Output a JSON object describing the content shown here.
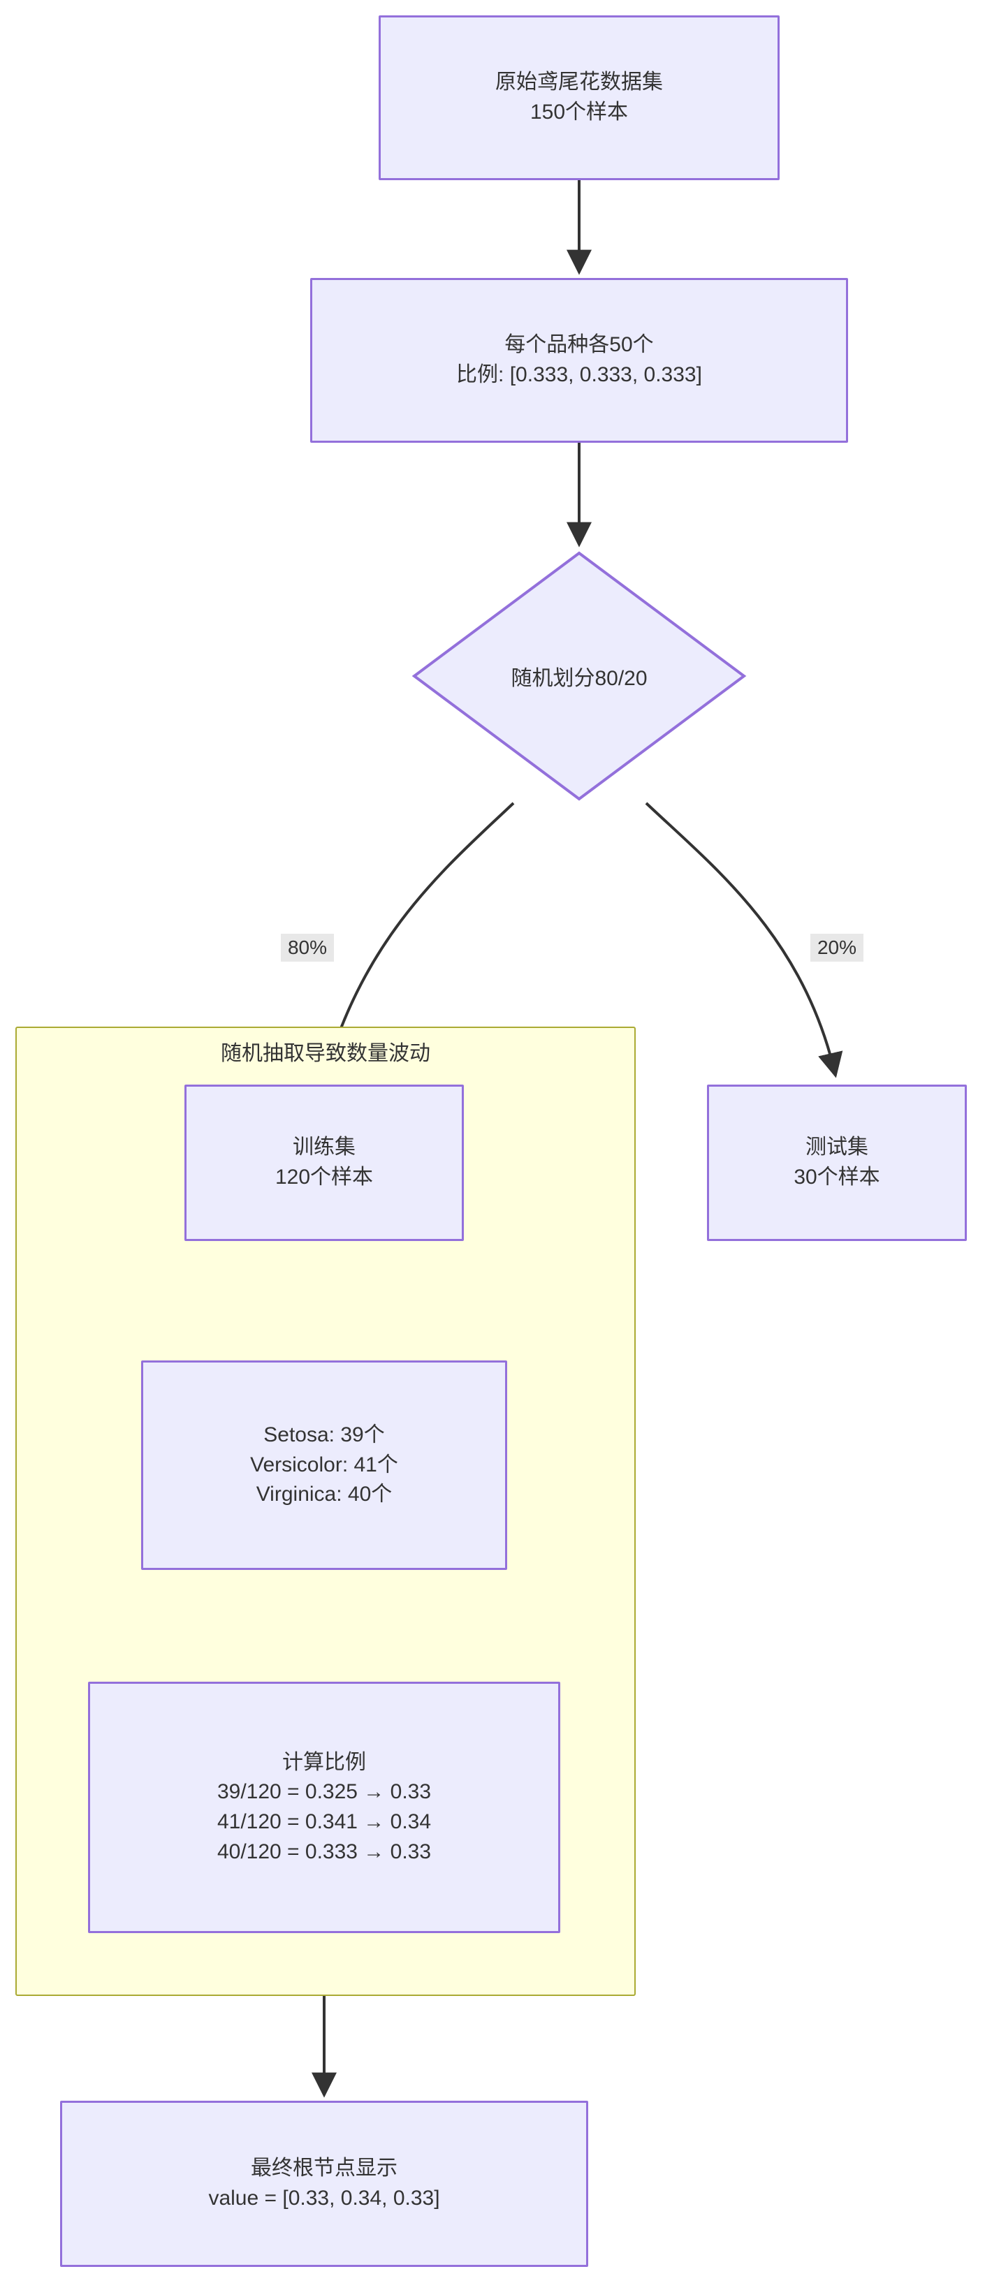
{
  "diagram": {
    "type": "flowchart",
    "direction": "top-to-bottom",
    "colors": {
      "node_fill": "#ececfd",
      "node_stroke": "#9370db",
      "cluster_fill": "#ffffde",
      "cluster_stroke": "#aaaa33",
      "edge_stroke": "#333333",
      "edge_label_bg": "#e8e8e8",
      "text": "#333333",
      "page_bg": "#ffffff"
    },
    "cluster": {
      "label": "随机抽取导致数量波动"
    },
    "nodes": {
      "original_dataset": {
        "line1": "原始鸢尾花数据集",
        "line2": "150个样本"
      },
      "per_species": {
        "line1": "每个品种各50个",
        "line2": "比例: [0.333, 0.333, 0.333]"
      },
      "random_split": {
        "label": "随机划分80/20"
      },
      "train_set": {
        "line1": "训练集",
        "line2": "120个样本"
      },
      "test_set": {
        "line1": "测试集",
        "line2": "30个样本"
      },
      "train_counts": {
        "line1": "Setosa: 39个",
        "line2": "Versicolor: 41个",
        "line3": "Virginica: 40个"
      },
      "compute_ratio": {
        "line1": "计算比例",
        "line2": "39/120 = 0.325 → 0.33",
        "line3": "41/120 = 0.341 → 0.34",
        "line4": "40/120 = 0.333 → 0.33"
      },
      "final_root": {
        "line1": "最终根节点显示",
        "line2": "value = [0.33, 0.34, 0.33]"
      }
    },
    "edge_labels": {
      "train_branch": "80%",
      "test_branch": "20%"
    }
  }
}
